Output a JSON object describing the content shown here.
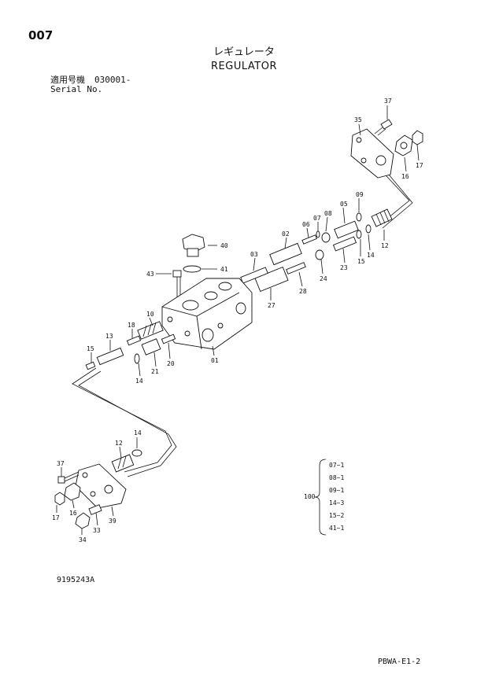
{
  "header": {
    "page_no": "007",
    "title_jp": "レギュレータ",
    "title_en": "REGULATOR",
    "serial_label_jp": "適用号機",
    "serial_value": "030001-",
    "serial_label_en": "Serial No."
  },
  "callouts": {
    "c37a": "37",
    "c35": "35",
    "c16a": "16",
    "c17a": "17",
    "c09": "09",
    "c08": "08",
    "c07": "07",
    "c06": "06",
    "c05": "05",
    "c02": "02",
    "c03": "03",
    "c40": "40",
    "c41": "41",
    "c43": "43",
    "c12a": "12",
    "c14a": "14",
    "c15a": "15",
    "c23": "23",
    "c24": "24",
    "c28": "28",
    "c27": "27",
    "c10": "10",
    "c18": "18",
    "c13": "13",
    "c15b": "15",
    "c21": "21",
    "c20": "20",
    "c01": "01",
    "c14b": "14",
    "c14c": "14",
    "c12b": "12",
    "c37b": "37",
    "c17b": "17",
    "c16b": "16",
    "c39": "39",
    "c33": "33",
    "c34": "34"
  },
  "kit": {
    "label": "100",
    "items": [
      "07~1",
      "08~1",
      "09~1",
      "14~3",
      "15~2",
      "41~1"
    ]
  },
  "footer": {
    "drawing_no": "9195243A",
    "sheet_code": "PBWA-E1-2"
  }
}
